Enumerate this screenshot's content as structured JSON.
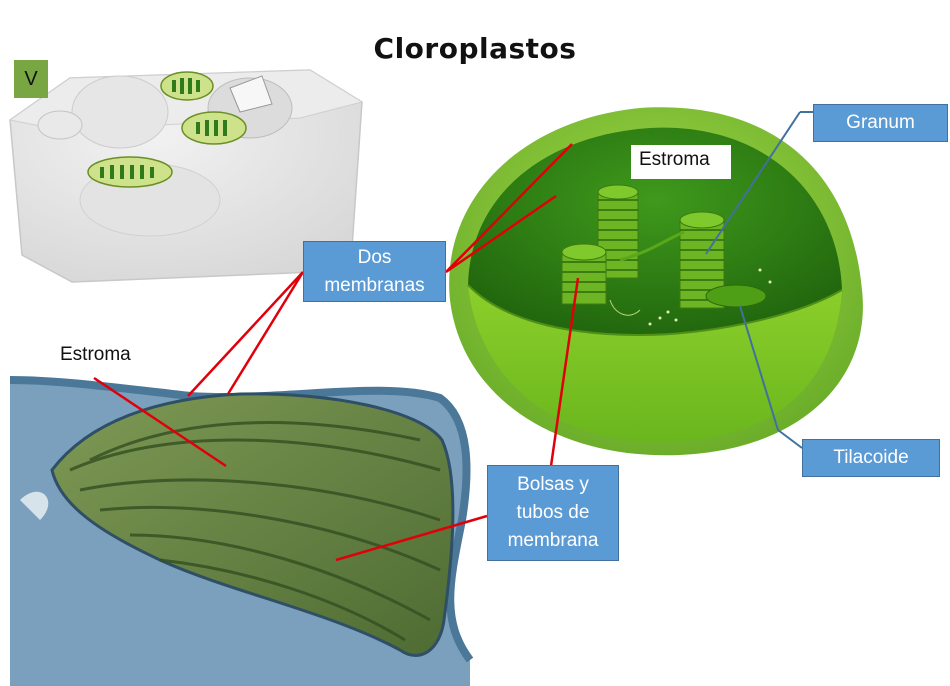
{
  "title": "Cloroplastos",
  "badge": "V",
  "labels": {
    "granum": "Granum",
    "estroma_top": "Estroma",
    "dos_membranas_1": "Dos",
    "dos_membranas_2": "membranas",
    "estroma_left": "Estroma",
    "tilacoide": "Tilacoide",
    "bolsas_1": "Bolsas y",
    "bolsas_2": "tubos de",
    "bolsas_3": "membrana"
  },
  "colors": {
    "callout_box": "#5b9bd5",
    "red_line": "#e0000a",
    "blue_line": "#41719c",
    "chloroplast_green": "#3f9a1c",
    "badge_green": "#77a642"
  }
}
